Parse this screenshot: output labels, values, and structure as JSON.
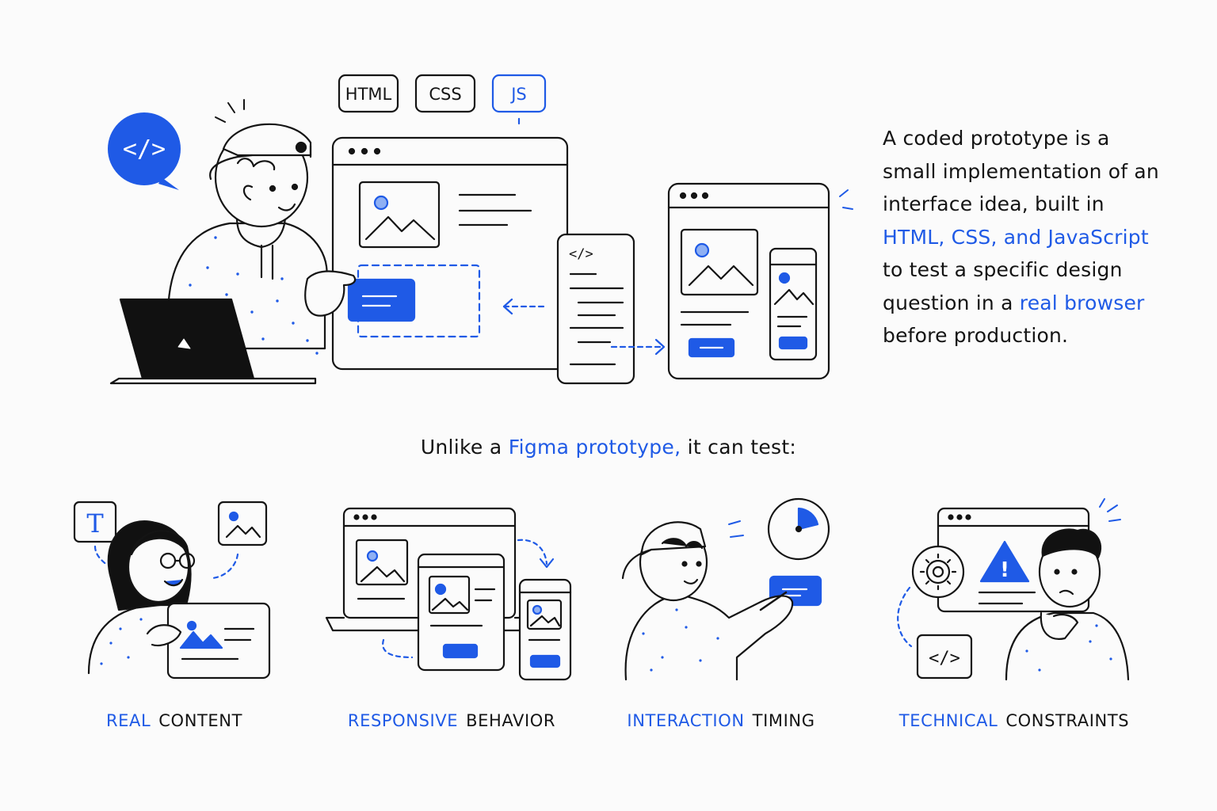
{
  "tech_badges": [
    "HTML",
    "CSS",
    "JS"
  ],
  "description": {
    "lines": [
      [
        {
          "text": "A coded prototype is a",
          "accent": false
        }
      ],
      [
        {
          "text": "small implementation of an",
          "accent": false
        }
      ],
      [
        {
          "text": "interface idea, built in",
          "accent": false
        }
      ],
      [
        {
          "text": "HTML, CSS, and JavaScript",
          "accent": true
        }
      ],
      [
        {
          "text": "to test a specific design",
          "accent": false
        }
      ],
      [
        {
          "text": "question in a ",
          "accent": false
        },
        {
          "text": "real browser",
          "accent": true
        }
      ],
      [
        {
          "text": "before production.",
          "accent": false
        }
      ]
    ]
  },
  "subheading": {
    "before": "Unlike a ",
    "accent": "Figma prototype,",
    "after": " it can test:"
  },
  "features": [
    {
      "accent": "REAL",
      "rest": "CONTENT"
    },
    {
      "accent": "RESPONSIVE",
      "rest": "BEHAVIOR"
    },
    {
      "accent": "INTERACTION",
      "rest": "TIMING"
    },
    {
      "accent": "TECHNICAL",
      "rest": "CONSTRAINTS"
    }
  ],
  "icons": {
    "code": "</>",
    "text_tool": "T",
    "warning": "!"
  },
  "colors": {
    "accent": "#1f5ae6",
    "ink": "#141414",
    "background": "#fbfbfb"
  }
}
